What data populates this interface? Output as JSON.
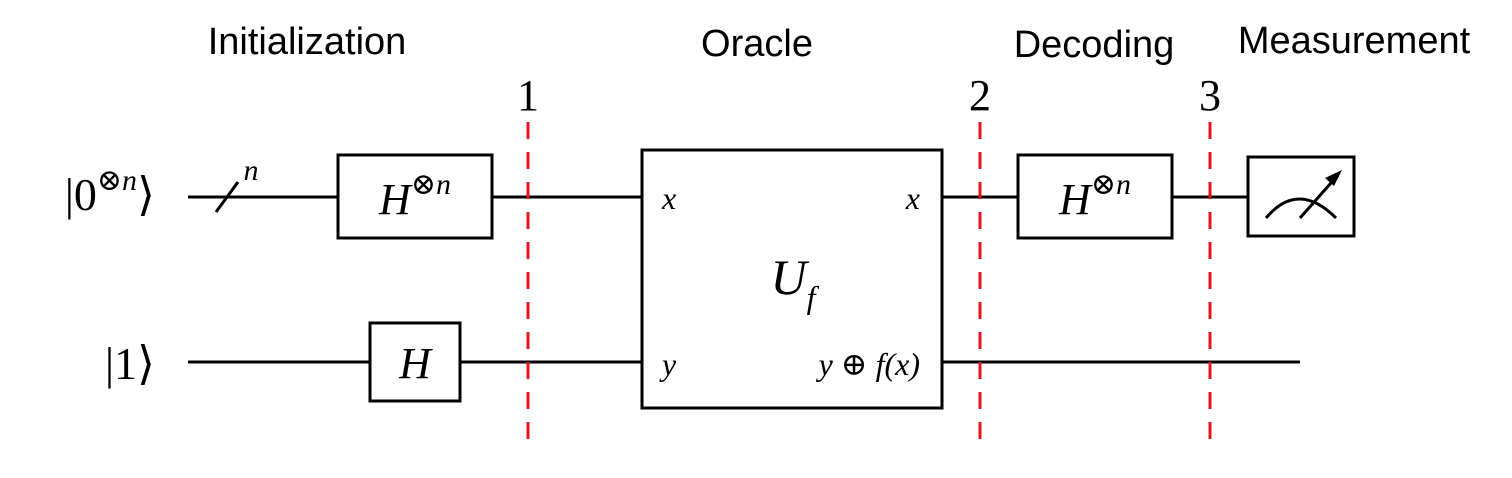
{
  "stages": [
    {
      "label": "Initialization"
    },
    {
      "label": "Oracle"
    },
    {
      "label": "Decoding"
    },
    {
      "label": "Measurement"
    }
  ],
  "barriers": [
    {
      "label": "1"
    },
    {
      "label": "2"
    },
    {
      "label": "3"
    }
  ],
  "qubits": [
    {
      "ket": "0",
      "superscript": "⊗n",
      "register_size": "n"
    },
    {
      "ket": "1"
    }
  ],
  "gates": {
    "h_tensor_1": {
      "base": "H",
      "sup": "⊗n"
    },
    "h_single": {
      "base": "H"
    },
    "oracle": {
      "name": "U",
      "sub": "f",
      "in_x": "x",
      "in_y": "y",
      "out_x": "x",
      "out_y": "y ⊕ f(x)"
    },
    "h_tensor_2": {
      "base": "H",
      "sup": "⊗n"
    }
  },
  "colors": {
    "barrier": "#e8141b",
    "wire": "#000000"
  }
}
